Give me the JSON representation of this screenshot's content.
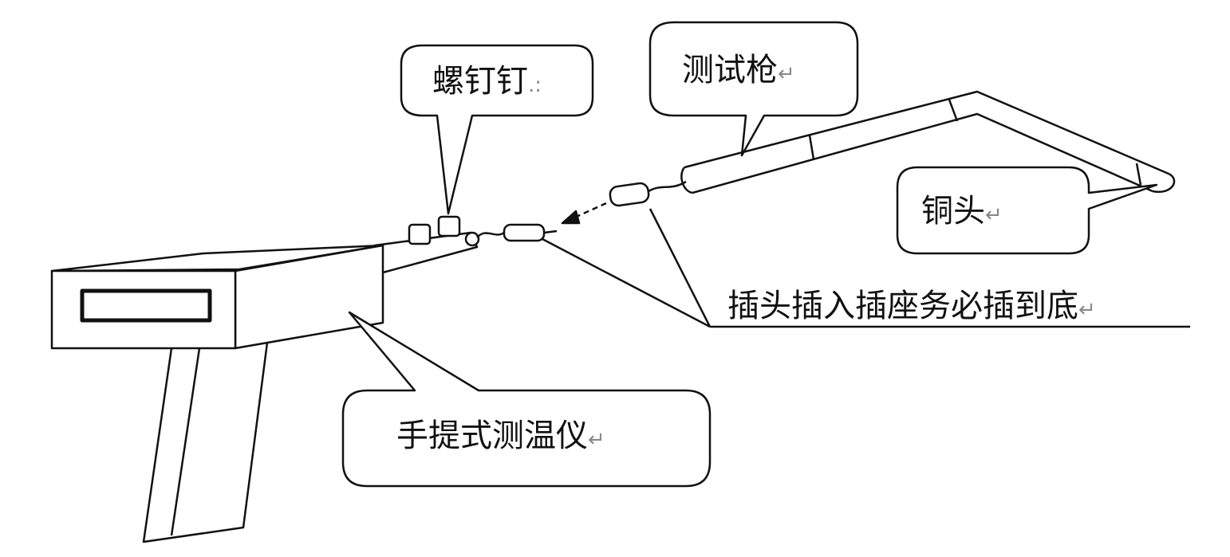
{
  "labels": {
    "screw": "螺钉钉",
    "screw_mark": ".:",
    "test_gun": "测试枪",
    "copper_head": "铜头",
    "plug_note": "插头插入插座务必插到底",
    "thermometer": "手提式测温仪",
    "return_mark": "↵"
  },
  "colors": {
    "stroke": "#111111",
    "background": "#ffffff"
  }
}
